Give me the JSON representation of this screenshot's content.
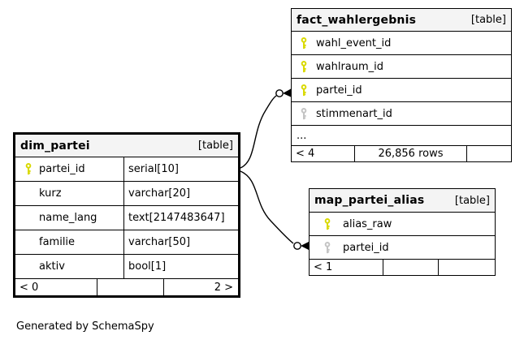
{
  "footer_note": "Generated by SchemaSpy",
  "colors": {
    "primary_key": "#d9d900",
    "secondary_key": "#c4c4c4",
    "header_bg": "#f4f4f4",
    "border": "#000000",
    "background": "#ffffff"
  },
  "icons": {
    "primary_key": "yellow-key-icon",
    "foreign_key": "gray-key-icon"
  },
  "tables": {
    "fact": {
      "title": "fact_wahlergebnis",
      "badge": "[table]",
      "rows": [
        {
          "name": "wahl_event_id",
          "key": "primary"
        },
        {
          "name": "wahlraum_id",
          "key": "primary"
        },
        {
          "name": "partei_id",
          "key": "primary"
        },
        {
          "name": "stimmenart_id",
          "key": "foreign"
        },
        {
          "name": "...",
          "key": "none"
        }
      ],
      "stats": {
        "left": "< 4",
        "center": "26,856 rows",
        "right": ""
      }
    },
    "dim": {
      "title": "dim_partei",
      "badge": "[table]",
      "rows": [
        {
          "name": "partei_id",
          "type": "serial[10]",
          "key": "primary"
        },
        {
          "name": "kurz",
          "type": "varchar[20]",
          "key": "none"
        },
        {
          "name": "name_lang",
          "type": "text[2147483647]",
          "key": "none"
        },
        {
          "name": "familie",
          "type": "varchar[50]",
          "key": "none"
        },
        {
          "name": "aktiv",
          "type": "bool[1]",
          "key": "none"
        }
      ],
      "stats": {
        "left": "< 0",
        "center": "",
        "right": "2 >"
      }
    },
    "map": {
      "title": "map_partei_alias",
      "badge": "[table]",
      "rows": [
        {
          "name": "alias_raw",
          "key": "primary"
        },
        {
          "name": "partei_id",
          "key": "foreign"
        }
      ],
      "stats": {
        "left": "< 1",
        "center": "",
        "right": ""
      }
    }
  }
}
